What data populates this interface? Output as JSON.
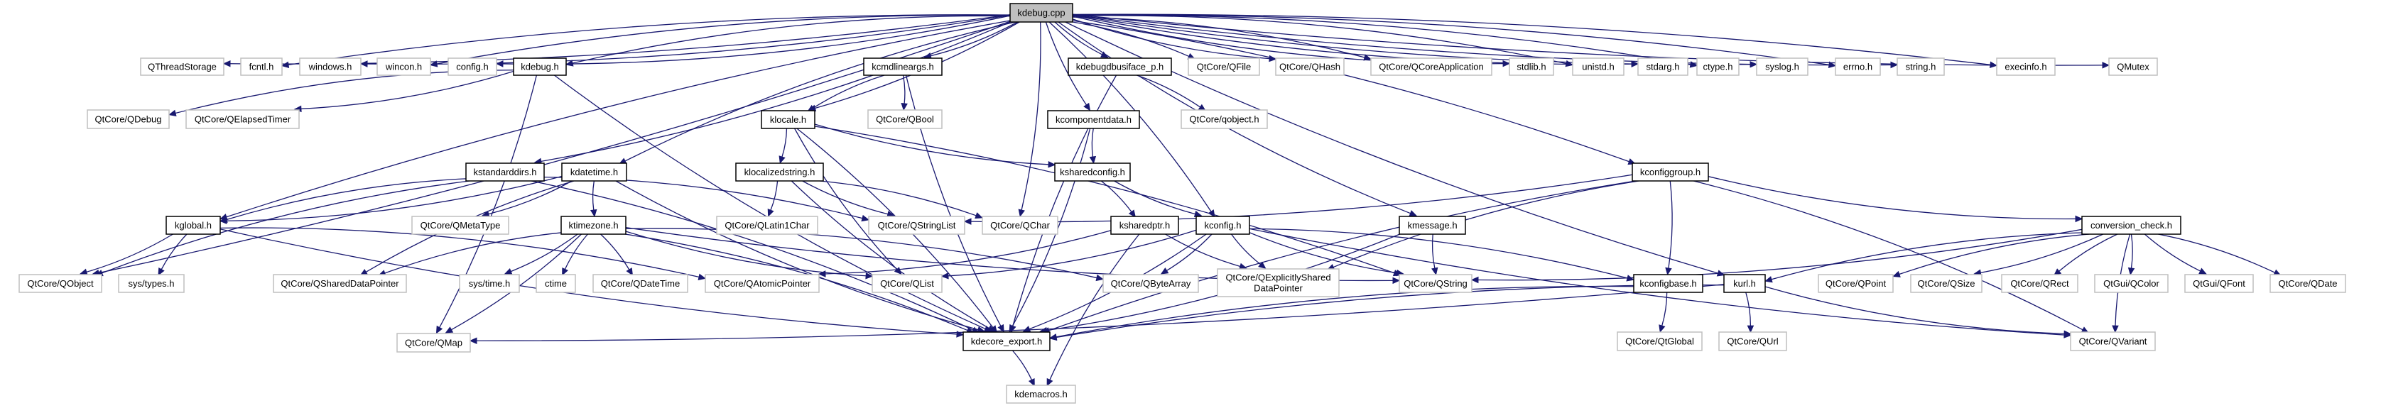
{
  "title": "kdebug.cpp",
  "colors": {
    "edge": "#191970",
    "root_fill": "#bfbfbf",
    "internal_border": "#000000",
    "external_border": "#bfbfbf"
  },
  "nodes": [
    {
      "id": "kdebug_cpp",
      "label": "kdebug.cpp",
      "kind": "root"
    },
    {
      "id": "QThreadStorage",
      "label": "QThreadStorage",
      "kind": "external"
    },
    {
      "id": "fcntl",
      "label": "fcntl.h",
      "kind": "external"
    },
    {
      "id": "windows",
      "label": "windows.h",
      "kind": "external"
    },
    {
      "id": "wincon",
      "label": "wincon.h",
      "kind": "external"
    },
    {
      "id": "config",
      "label": "config.h",
      "kind": "external"
    },
    {
      "id": "kdebug_h",
      "label": "kdebug.h",
      "kind": "internal"
    },
    {
      "id": "kcmdlineargs",
      "label": "kcmdlineargs.h",
      "kind": "internal"
    },
    {
      "id": "kdebugdbusiface",
      "label": "kdebugdbusiface_p.h",
      "kind": "internal"
    },
    {
      "id": "QFile",
      "label": "QtCore/QFile",
      "kind": "external"
    },
    {
      "id": "QHash",
      "label": "QtCore/QHash",
      "kind": "external"
    },
    {
      "id": "QCoreApplication",
      "label": "QtCore/QCoreApplication",
      "kind": "external"
    },
    {
      "id": "stdlib",
      "label": "stdlib.h",
      "kind": "external"
    },
    {
      "id": "unistd",
      "label": "unistd.h",
      "kind": "external"
    },
    {
      "id": "stdarg",
      "label": "stdarg.h",
      "kind": "external"
    },
    {
      "id": "ctype",
      "label": "ctype.h",
      "kind": "external"
    },
    {
      "id": "syslog",
      "label": "syslog.h",
      "kind": "external"
    },
    {
      "id": "errno",
      "label": "errno.h",
      "kind": "external"
    },
    {
      "id": "string_h",
      "label": "string.h",
      "kind": "external"
    },
    {
      "id": "execinfo",
      "label": "execinfo.h",
      "kind": "external"
    },
    {
      "id": "QMutex",
      "label": "QMutex",
      "kind": "external"
    },
    {
      "id": "QDebug",
      "label": "QtCore/QDebug",
      "kind": "external"
    },
    {
      "id": "QElapsedTimer",
      "label": "QtCore/QElapsedTimer",
      "kind": "external"
    },
    {
      "id": "klocale",
      "label": "klocale.h",
      "kind": "internal"
    },
    {
      "id": "QBool",
      "label": "QtCore/QBool",
      "kind": "external"
    },
    {
      "id": "kcomponentdata",
      "label": "kcomponentdata.h",
      "kind": "internal"
    },
    {
      "id": "qobject_h",
      "label": "QtCore/qobject.h",
      "kind": "external"
    },
    {
      "id": "kstandarddirs",
      "label": "kstandarddirs.h",
      "kind": "internal"
    },
    {
      "id": "kdatetime",
      "label": "kdatetime.h",
      "kind": "internal"
    },
    {
      "id": "klocalizedstring",
      "label": "klocalizedstring.h",
      "kind": "internal"
    },
    {
      "id": "ksharedconfig",
      "label": "ksharedconfig.h",
      "kind": "internal"
    },
    {
      "id": "kconfiggroup",
      "label": "kconfiggroup.h",
      "kind": "internal"
    },
    {
      "id": "kglobal",
      "label": "kglobal.h",
      "kind": "internal"
    },
    {
      "id": "QMetaType",
      "label": "QtCore/QMetaType",
      "kind": "external"
    },
    {
      "id": "ktimezone",
      "label": "ktimezone.h",
      "kind": "internal"
    },
    {
      "id": "QLatin1Char",
      "label": "QtCore/QLatin1Char",
      "kind": "external"
    },
    {
      "id": "QStringList",
      "label": "QtCore/QStringList",
      "kind": "external"
    },
    {
      "id": "QChar",
      "label": "QtCore/QChar",
      "kind": "external"
    },
    {
      "id": "ksharedptr",
      "label": "ksharedptr.h",
      "kind": "internal"
    },
    {
      "id": "kconfig",
      "label": "kconfig.h",
      "kind": "internal"
    },
    {
      "id": "kmessage",
      "label": "kmessage.h",
      "kind": "internal"
    },
    {
      "id": "conversion_check",
      "label": "conversion_check.h",
      "kind": "internal"
    },
    {
      "id": "QObject",
      "label": "QtCore/QObject",
      "kind": "external"
    },
    {
      "id": "systypes",
      "label": "sys/types.h",
      "kind": "external"
    },
    {
      "id": "QSharedDataPointer",
      "label": "QtCore/QSharedDataPointer",
      "kind": "external"
    },
    {
      "id": "systime",
      "label": "sys/time.h",
      "kind": "external"
    },
    {
      "id": "ctime",
      "label": "ctime",
      "kind": "external"
    },
    {
      "id": "QDateTime",
      "label": "QtCore/QDateTime",
      "kind": "external"
    },
    {
      "id": "QAtomicPointer",
      "label": "QtCore/QAtomicPointer",
      "kind": "external"
    },
    {
      "id": "QList",
      "label": "QtCore/QList",
      "kind": "external"
    },
    {
      "id": "QByteArray",
      "label": "QtCore/QByteArray",
      "kind": "external"
    },
    {
      "id": "QExplicitlySharedDataPointer",
      "label": "QtCore/QExplicitlyShared DataPointer",
      "kind": "external"
    },
    {
      "id": "QString",
      "label": "QtCore/QString",
      "kind": "external"
    },
    {
      "id": "kconfigbase",
      "label": "kconfigbase.h",
      "kind": "internal"
    },
    {
      "id": "kurl",
      "label": "kurl.h",
      "kind": "internal"
    },
    {
      "id": "QPoint",
      "label": "QtCore/QPoint",
      "kind": "external"
    },
    {
      "id": "QSize",
      "label": "QtCore/QSize",
      "kind": "external"
    },
    {
      "id": "QRect",
      "label": "QtCore/QRect",
      "kind": "external"
    },
    {
      "id": "QColor",
      "label": "QtGui/QColor",
      "kind": "external"
    },
    {
      "id": "QFont",
      "label": "QtGui/QFont",
      "kind": "external"
    },
    {
      "id": "QDate",
      "label": "QtCore/QDate",
      "kind": "external"
    },
    {
      "id": "QMap",
      "label": "QtCore/QMap",
      "kind": "external"
    },
    {
      "id": "kdecore_export",
      "label": "kdecore_export.h",
      "kind": "internal"
    },
    {
      "id": "QtGlobal",
      "label": "QtCore/QtGlobal",
      "kind": "external"
    },
    {
      "id": "QUrl",
      "label": "QtCore/QUrl",
      "kind": "external"
    },
    {
      "id": "QVariant",
      "label": "QtCore/QVariant",
      "kind": "external"
    },
    {
      "id": "kdemacros",
      "label": "kdemacros.h",
      "kind": "external"
    }
  ],
  "edges": [
    [
      "kdebug_cpp",
      "QThreadStorage"
    ],
    [
      "kdebug_cpp",
      "fcntl"
    ],
    [
      "kdebug_cpp",
      "windows"
    ],
    [
      "kdebug_cpp",
      "wincon"
    ],
    [
      "kdebug_cpp",
      "config"
    ],
    [
      "kdebug_cpp",
      "kdebug_h"
    ],
    [
      "kdebug_cpp",
      "kcmdlineargs"
    ],
    [
      "kdebug_cpp",
      "kdebugdbusiface"
    ],
    [
      "kdebug_cpp",
      "QFile"
    ],
    [
      "kdebug_cpp",
      "QHash"
    ],
    [
      "kdebug_cpp",
      "QCoreApplication"
    ],
    [
      "kdebug_cpp",
      "stdlib"
    ],
    [
      "kdebug_cpp",
      "unistd"
    ],
    [
      "kdebug_cpp",
      "stdarg"
    ],
    [
      "kdebug_cpp",
      "ctype"
    ],
    [
      "kdebug_cpp",
      "syslog"
    ],
    [
      "kdebug_cpp",
      "errno"
    ],
    [
      "kdebug_cpp",
      "string_h"
    ],
    [
      "kdebug_cpp",
      "execinfo"
    ],
    [
      "kdebug_cpp",
      "QMutex"
    ],
    [
      "kdebug_cpp",
      "QObject"
    ],
    [
      "kdebug_cpp",
      "kglobal"
    ],
    [
      "kdebug_cpp",
      "kstandarddirs"
    ],
    [
      "kdebug_cpp",
      "kdatetime"
    ],
    [
      "kdebug_cpp",
      "klocale"
    ],
    [
      "kdebug_cpp",
      "kcomponentdata"
    ],
    [
      "kdebug_cpp",
      "kconfig"
    ],
    [
      "kdebug_cpp",
      "kmessage"
    ],
    [
      "kdebug_cpp",
      "kconfiggroup"
    ],
    [
      "kdebug_cpp",
      "kurl"
    ],
    [
      "kdebug_cpp",
      "QChar"
    ],
    [
      "kdebug_h",
      "QDebug"
    ],
    [
      "kdebug_h",
      "QElapsedTimer"
    ],
    [
      "kdebug_h",
      "kdecore_export"
    ],
    [
      "kdebug_h",
      "QMap"
    ],
    [
      "kcmdlineargs",
      "klocale"
    ],
    [
      "kcmdlineargs",
      "QBool"
    ],
    [
      "kcmdlineargs",
      "kdecore_export"
    ],
    [
      "kdebugdbusiface",
      "qobject_h"
    ],
    [
      "kdebugdbusiface",
      "kdecore_export"
    ],
    [
      "klocale",
      "klocalizedstring"
    ],
    [
      "klocale",
      "ksharedconfig"
    ],
    [
      "klocale",
      "QString"
    ],
    [
      "klocale",
      "QList"
    ],
    [
      "klocale",
      "kdecore_export"
    ],
    [
      "kcomponentdata",
      "ksharedconfig"
    ],
    [
      "kcomponentdata",
      "kdecore_export"
    ],
    [
      "kstandarddirs",
      "kglobal"
    ],
    [
      "kstandarddirs",
      "QStringList"
    ],
    [
      "kstandarddirs",
      "QObject"
    ],
    [
      "kstandarddirs",
      "kdecore_export"
    ],
    [
      "kdatetime",
      "ktimezone"
    ],
    [
      "kdatetime",
      "QMetaType"
    ],
    [
      "kdatetime",
      "QSharedDataPointer"
    ],
    [
      "kdatetime",
      "kglobal"
    ],
    [
      "kdatetime",
      "kdecore_export"
    ],
    [
      "klocalizedstring",
      "QLatin1Char"
    ],
    [
      "klocalizedstring",
      "QStringList"
    ],
    [
      "klocalizedstring",
      "QChar"
    ],
    [
      "klocalizedstring",
      "kdecore_export"
    ],
    [
      "ksharedconfig",
      "ksharedptr"
    ],
    [
      "ksharedconfig",
      "kconfig"
    ],
    [
      "kconfiggroup",
      "kconfigbase"
    ],
    [
      "kconfiggroup",
      "conversion_check"
    ],
    [
      "kconfiggroup",
      "QStringList"
    ],
    [
      "kconfiggroup",
      "QExplicitlySharedDataPointer"
    ],
    [
      "kconfiggroup",
      "QVariant"
    ],
    [
      "kconfiggroup",
      "kdecore_export"
    ],
    [
      "kglobal",
      "QObject"
    ],
    [
      "kglobal",
      "systypes"
    ],
    [
      "kglobal",
      "QAtomicPointer"
    ],
    [
      "kglobal",
      "kdecore_export"
    ],
    [
      "ktimezone",
      "systime"
    ],
    [
      "ktimezone",
      "ctime"
    ],
    [
      "ktimezone",
      "QDateTime"
    ],
    [
      "ktimezone",
      "QList"
    ],
    [
      "ktimezone",
      "QMap"
    ],
    [
      "ktimezone",
      "QString"
    ],
    [
      "ktimezone",
      "QByteArray"
    ],
    [
      "ktimezone",
      "QSharedDataPointer"
    ],
    [
      "ktimezone",
      "kdecore_export"
    ],
    [
      "ksharedptr",
      "QExplicitlySharedDataPointer"
    ],
    [
      "ksharedptr",
      "QAtomicPointer"
    ],
    [
      "ksharedptr",
      "kdemacros"
    ],
    [
      "kconfig",
      "QByteArray"
    ],
    [
      "kconfig",
      "QString"
    ],
    [
      "kconfig",
      "QList"
    ],
    [
      "kconfig",
      "QVariant"
    ],
    [
      "kconfig",
      "kconfigbase"
    ],
    [
      "kconfig",
      "QExplicitlySharedDataPointer"
    ],
    [
      "kconfig",
      "kdecore_export"
    ],
    [
      "kmessage",
      "QString"
    ],
    [
      "kmessage",
      "kdecore_export"
    ],
    [
      "conversion_check",
      "QPoint"
    ],
    [
      "conversion_check",
      "QSize"
    ],
    [
      "conversion_check",
      "QRect"
    ],
    [
      "conversion_check",
      "QColor"
    ],
    [
      "conversion_check",
      "QFont"
    ],
    [
      "conversion_check",
      "QDate"
    ],
    [
      "conversion_check",
      "QVariant"
    ],
    [
      "conversion_check",
      "QString"
    ],
    [
      "conversion_check",
      "kurl"
    ],
    [
      "kconfigbase",
      "QtGlobal"
    ],
    [
      "kconfigbase",
      "kdecore_export"
    ],
    [
      "kurl",
      "QUrl"
    ],
    [
      "kurl",
      "QVariant"
    ],
    [
      "kurl",
      "QMap"
    ],
    [
      "kurl",
      "kdecore_export"
    ],
    [
      "kdecore_export",
      "kdemacros"
    ]
  ]
}
